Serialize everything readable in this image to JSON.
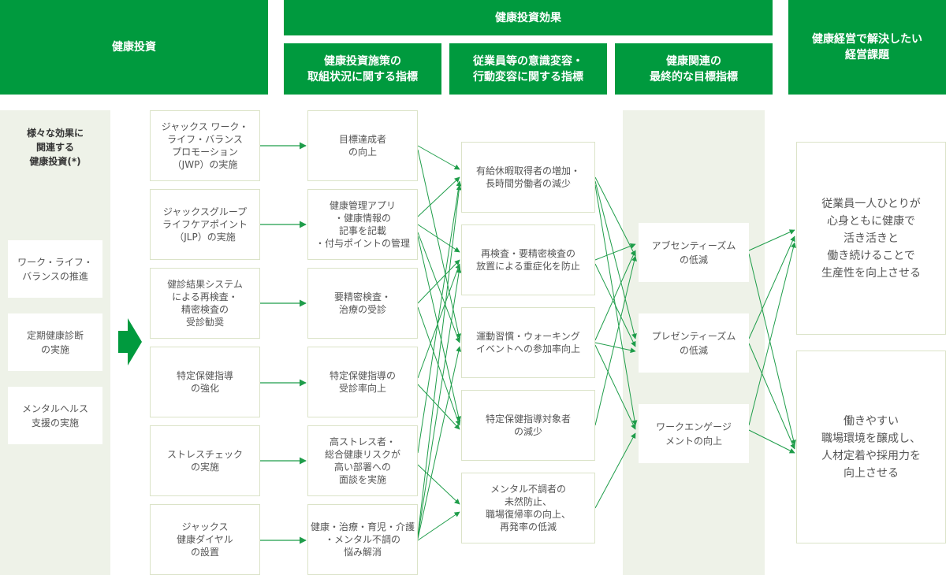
{
  "headers": {
    "investment": "健康投資",
    "effect": "健康投資効果",
    "effect_col1": "健康投資施策の\n取組状況に関する指標",
    "effect_col2": "従業員等の意識変容・\n行動変容に関する指標",
    "effect_col3": "健康関連の\n最終的な目標指標",
    "issues": "健康経営で解決したい\n経営課題"
  },
  "side": {
    "title": "様々な効果に\n関連する\n健康投資(*)",
    "items": [
      "ワーク・ライフ・\nバランスの推進",
      "定期健康診断\nの実施",
      "メンタルヘルス\n支援の実施"
    ]
  },
  "initiatives": [
    "ジャックス ワーク・\nライフ・バランス\nプロモーション\n（JWP）の実施",
    "ジャックスグループ\nライフケアポイント\n（JLP）の実施",
    "健診結果システム\nによる再検査・\n精密検査の\n受診勧奨",
    "特定保健指導\nの強化",
    "ストレスチェック\nの実施",
    "ジャックス\n健康ダイヤル\nの設置"
  ],
  "status_metrics": [
    "目標達成者\nの向上",
    "健康管理アプリ\n・健康情報の\n記事を記載\n・付与ポイントの管理",
    "要精密検査・\n治療の受診",
    "特定保健指導の\n受診率向上",
    "高ストレス者・\n総合健康リスクが\n高い部署への\n面談を実施",
    "健康・治療・育児・介護\n・メンタル不調の\n悩み解消"
  ],
  "behavior_metrics": [
    "有給休暇取得者の増加・\n長時間労働者の減少",
    "再検査・要精密検査の\n放置による重症化を防止",
    "運動習慣・ウォーキング\nイベントへの参加率向上",
    "特定保健指導対象者\nの減少",
    "メンタル不調者の\n未然防止、\n職場復帰率の向上、\n再発率の低減"
  ],
  "goal_metrics": [
    "アブセンティーズム\nの低減",
    "プレゼンティーズム\nの低減",
    "ワークエンゲージ\nメントの向上"
  ],
  "issues": [
    "従業員一人ひとりが\n心身ともに健康で\n活き活きと\n働き続けることで\n生産性を向上させる",
    "働きやすい\n職場環境を醸成し、\n人材定着や採用力を\n向上させる"
  ],
  "colors": {
    "green": "#009a3e",
    "panel": "#eef2e8",
    "border": "#dbe3c8",
    "line": "#1f9d4a"
  }
}
